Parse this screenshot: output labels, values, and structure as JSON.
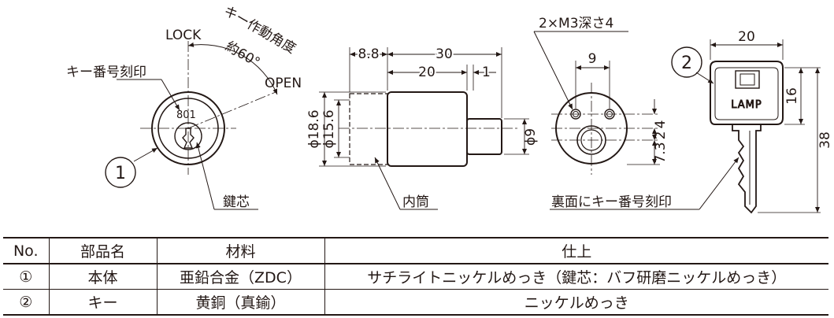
{
  "drawing": {
    "callout_1": "1",
    "callout_2": "2",
    "lock": "LOCK",
    "open": "OPEN",
    "angle_label": "キー作動角度",
    "angle_value": "約60°",
    "key_number_mark": "キー番号刻印",
    "serial": "801",
    "key_core": "鍵芯",
    "dim_8_8": "8.8",
    "dim_30": "30",
    "dim_20": "20",
    "dim_1": "1",
    "dim_phi_18_6": "ϕ18.6",
    "dim_phi_15_6": "ϕ15.6",
    "dim_phi_9": "ϕ9",
    "inner_tube": "内筒",
    "tap_spec": "2×M3深さ4",
    "dim_9": "9",
    "dim_4": "4",
    "dim_2": "2",
    "dim_7_3": "7.3",
    "back_key_mark": "裏面にキー番号刻印",
    "key_dim_20": "20",
    "key_dim_16": "16",
    "key_dim_38": "38",
    "key_brand": "LAMP"
  },
  "table": {
    "headers": [
      "No.",
      "部品名",
      "材料",
      "仕上"
    ],
    "rows": [
      [
        "①",
        "本体",
        "亜鉛合金（ZDC）",
        "サチライトニッケルめっき（鍵芯：バフ研磨ニッケルめっき）"
      ],
      [
        "②",
        "キー",
        "黄銅（真鍮）",
        "ニッケルめっき"
      ]
    ]
  }
}
